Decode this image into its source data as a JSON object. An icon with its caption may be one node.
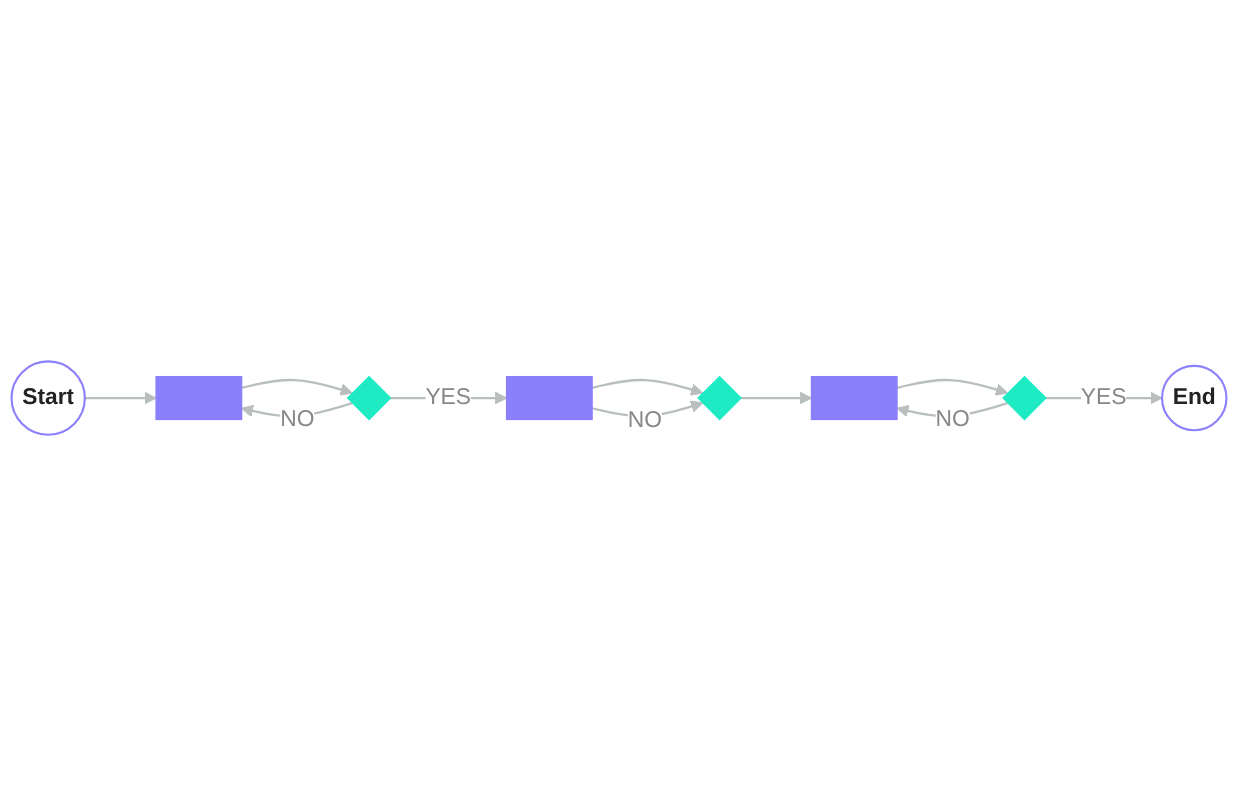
{
  "diagram": {
    "nodes": [
      {
        "text": [
          "Start"
        ]
      },
      {
        "text": [],
        "shape": "box"
      },
      {
        "text": [],
        "shape": "diamond"
      },
      {
        "text": [],
        "shape": "box"
      },
      {
        "text": [],
        "shape": "diamond"
      },
      {
        "text": [],
        "shape": "box"
      },
      {
        "text": [],
        "shape": "diamond"
      },
      {
        "text": [
          "End"
        ]
      }
    ],
    "edges": [
      {
        "from": 0,
        "to": 1,
        "arrow": "to"
      },
      {
        "from": 1,
        "to": 2,
        "arrow": "to"
      },
      {
        "from": 2,
        "to": 1,
        "label": "NO",
        "arrow": "to"
      },
      {
        "from": 2,
        "to": 3,
        "label": "YES",
        "arrow": "to"
      },
      {
        "from": 3,
        "to": 4,
        "arrow": "to"
      },
      {
        "from": 3,
        "to": 4,
        "label": "NO",
        "arrow": "to"
      },
      {
        "from": 4,
        "to": 5,
        "arrow": "to"
      },
      {
        "from": 6,
        "to": 5,
        "label": "NO",
        "arrow": "to"
      },
      {
        "from": 5,
        "to": 6,
        "arrow": "to"
      },
      {
        "from": 6,
        "to": 7,
        "label": "YES",
        "arrow": "to"
      }
    ]
  }
}
